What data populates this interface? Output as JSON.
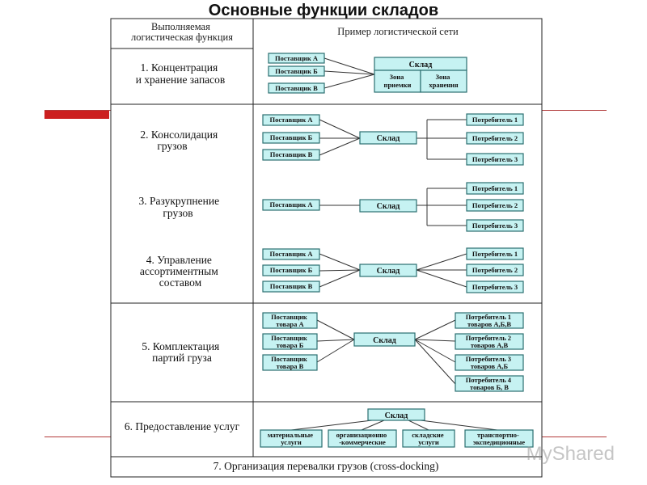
{
  "title": "Основные функции складов",
  "header": {
    "col1": [
      "Выполняемая",
      "логистическая функция"
    ],
    "col2": "Пример логистической сети"
  },
  "functions": [
    [
      "1. Концентрация",
      "и хранение запасов"
    ],
    [
      "2. Консолидация",
      "грузов"
    ],
    [
      "3. Разукрупнение",
      "грузов"
    ],
    [
      "4. Управление",
      "ассортиментным",
      "составом"
    ],
    [
      "5. Комплектация",
      "партий груза"
    ],
    [
      "6. Предоставление услуг"
    ]
  ],
  "footer": "7. Организация перевалки грузов (cross-docking)",
  "diagrams": {
    "d1": {
      "suppliers": [
        "Поставщик А",
        "Поставщик Б",
        "Поставщик В"
      ],
      "warehouse": "Склад",
      "zones": [
        [
          "Зона",
          "приемки"
        ],
        [
          "Зона",
          "хранения"
        ]
      ]
    },
    "d2": {
      "suppliers": [
        "Поставщик А",
        "Поставщик Б",
        "Поставщик В"
      ],
      "warehouse": "Склад",
      "consumers": [
        "Потребитель 1",
        "Потребитель 2",
        "Потребитель 3"
      ]
    },
    "d3": {
      "suppliers": [
        "Поставщик А"
      ],
      "warehouse": "Склад",
      "consumers": [
        "Потребитель 1",
        "Потребитель 2",
        "Потребитель 3"
      ]
    },
    "d4": {
      "suppliers": [
        "Поставщик А",
        "Поставщик Б",
        "Поставщик В"
      ],
      "warehouse": "Склад",
      "consumers": [
        "Потребитель 1",
        "Потребитель 2",
        "Потребитель 3"
      ]
    },
    "d5": {
      "suppliers": [
        [
          "Поставщик",
          "товара А"
        ],
        [
          "Поставщик",
          "товара Б"
        ],
        [
          "Поставщик",
          "товара В"
        ]
      ],
      "warehouse": "Склад",
      "consumers": [
        [
          "Потребитель 1",
          "товаров А,Б,В"
        ],
        [
          "Потребитель 2",
          "товаров А,В"
        ],
        [
          "Потребитель 3",
          "товаров А,Б"
        ],
        [
          "Потребитель 4",
          "товаров Б, В"
        ]
      ]
    },
    "d6": {
      "warehouse": "Склад",
      "services": [
        [
          "материальные",
          "услуги"
        ],
        [
          "организационно",
          "-коммерческие"
        ],
        [
          "складские",
          "услуги"
        ],
        [
          "транспортно-",
          "экспедиционные"
        ]
      ]
    }
  },
  "watermark": "MyShared",
  "colors": {
    "box_fill": "#c6f2f2",
    "box_stroke": "#2b6f70",
    "accent": "#cc1f1f"
  }
}
